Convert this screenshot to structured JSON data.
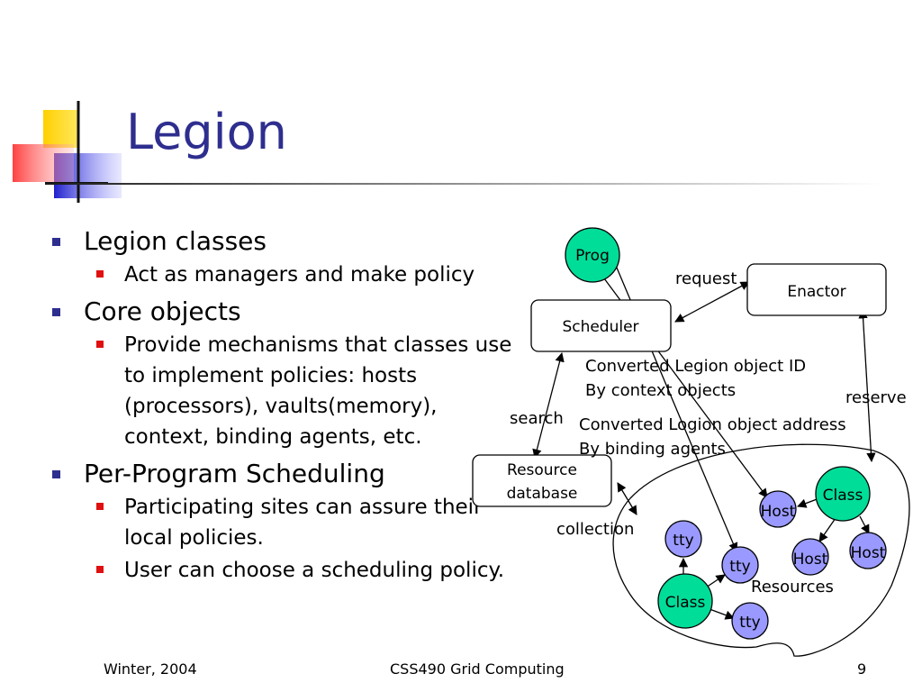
{
  "slide": {
    "title": "Legion",
    "bullets": [
      {
        "text": "Legion classes",
        "sub": [
          "Act as managers and make policy"
        ]
      },
      {
        "text": "Core objects",
        "sub": [
          "Provide mechanisms that classes use to implement policies: hosts (processors), vaults(memory), context, binding agents, etc."
        ]
      },
      {
        "text": "Per-Program Scheduling",
        "sub": [
          "Participating sites can assure their local policies.",
          "User can choose a scheduling policy."
        ]
      }
    ]
  },
  "diagram": {
    "nodes": {
      "prog": "Prog",
      "enactor": "Enactor",
      "scheduler": "Scheduler",
      "resource_db_line1": "Resource",
      "resource_db_line2": "database",
      "host_1": "Host",
      "class_1": "Class",
      "host_2": "Host",
      "host_3": "Host",
      "tty_1": "tty",
      "tty_2": "tty",
      "class_2": "Class",
      "tty_3": "tty"
    },
    "labels": {
      "request": "request",
      "reserve": "reserve",
      "search": "search",
      "collection": "collection",
      "resources": "Resources",
      "converted_id_1": "Converted Legion object ID",
      "converted_id_2": "By context objects",
      "converted_addr_1": "Converted Logion object address",
      "converted_addr_2": "By binding agents"
    },
    "colors": {
      "class_fill": "#00dd99",
      "host_fill": "#9999ff",
      "box_fill": "#ffffff"
    }
  },
  "footer": {
    "left": "Winter, 2004",
    "center": "CSS490 Grid Computing",
    "right": "9"
  }
}
